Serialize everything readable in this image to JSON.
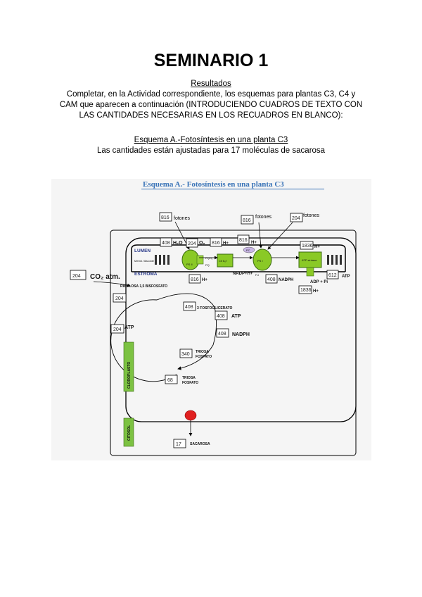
{
  "header": {
    "title": "SEMINARIO 1",
    "results_heading": "Resultados",
    "instructions": [
      "Completar, en la Actividad correspondiente, los esquemas para plantas C3, C4 y",
      "CAM que aparecen a continuación (INTRODUCIENDO CUADROS DE TEXTO CON",
      "LAS CANTIDADES NECESARIAS EN LOS RECUADROS EN BLANCO):"
    ],
    "scheme_title": "Esquema A.-Fotosíntesis en una planta C3",
    "scheme_subtitle": "Las cantidades están ajustadas para 17 moléculas de sacarosa"
  },
  "diagram": {
    "figure_title": "Esquema A.- Fotosíntesis en una planta C3",
    "boxes": {
      "photons_ps2": "816",
      "photons_ps1": "816",
      "photons_ps1b": "204",
      "h2o": "408",
      "o2": "204",
      "h_plus_ps2": "816",
      "h_plus_cytb6f": "816",
      "h_plus_pq": "816",
      "nadph_out": "408",
      "h_plus_atpase_top": "1836",
      "atp_out": "612",
      "h_plus_atpase_bottom": "1836",
      "co2": "204",
      "ribulosa": "204",
      "atp_regen": "204",
      "fosfoglicerato": "408",
      "atp_reduction": "408",
      "nadph_reduction": "408",
      "triosa_fosfato": "340",
      "triosa_fosfato_export": "68",
      "sacarosa": "17"
    },
    "labels": {
      "fotones_1": "fotones",
      "fotones_2": "fotones",
      "fotones_3": "fotones",
      "h2o": "H₂O",
      "o2": "O₂",
      "h_plus_1": "H+",
      "h_plus_2": "H+",
      "h_plus_3": "H+",
      "h_plus_4": "H+",
      "h_plus_5": "H+",
      "lumen": "LUMEN",
      "membrana": "Memb. tilacoide",
      "estroma": "ESTROMA",
      "ps2": "PS II",
      "pq": "PQ",
      "pqh2": "PQH₂",
      "cytb6f": "Cit b₆f",
      "pc": "PC",
      "ps1": "PS I",
      "fd": "Fd",
      "atp_sintasa": "ATP sintasa",
      "nadp_h": "NADP+H+",
      "nadph_1": "NADPH",
      "nadph_2": "NADPH",
      "atp_1": "ATP",
      "atp_2": "ATP",
      "atp_3": "ATP",
      "adp_pi": "ADP + Pi",
      "co2_atm": "CO₂ atm.",
      "ribulosa": "RIBULOSA 1,5 BISFOSFATO",
      "fosfoglicerato": "3 FOSFOGLICERATO",
      "triosa_fosfato_1": "TRIOSA",
      "triosa_fosfato_1b": "FOSFATO",
      "triosa_fosfato_2": "TRIOSA",
      "triosa_fosfato_2b": "FOSFATO",
      "cloroplasto": "CLOROPLASTO",
      "citosol": "CITOSOL",
      "sacarosa": "SACAROSA"
    }
  }
}
